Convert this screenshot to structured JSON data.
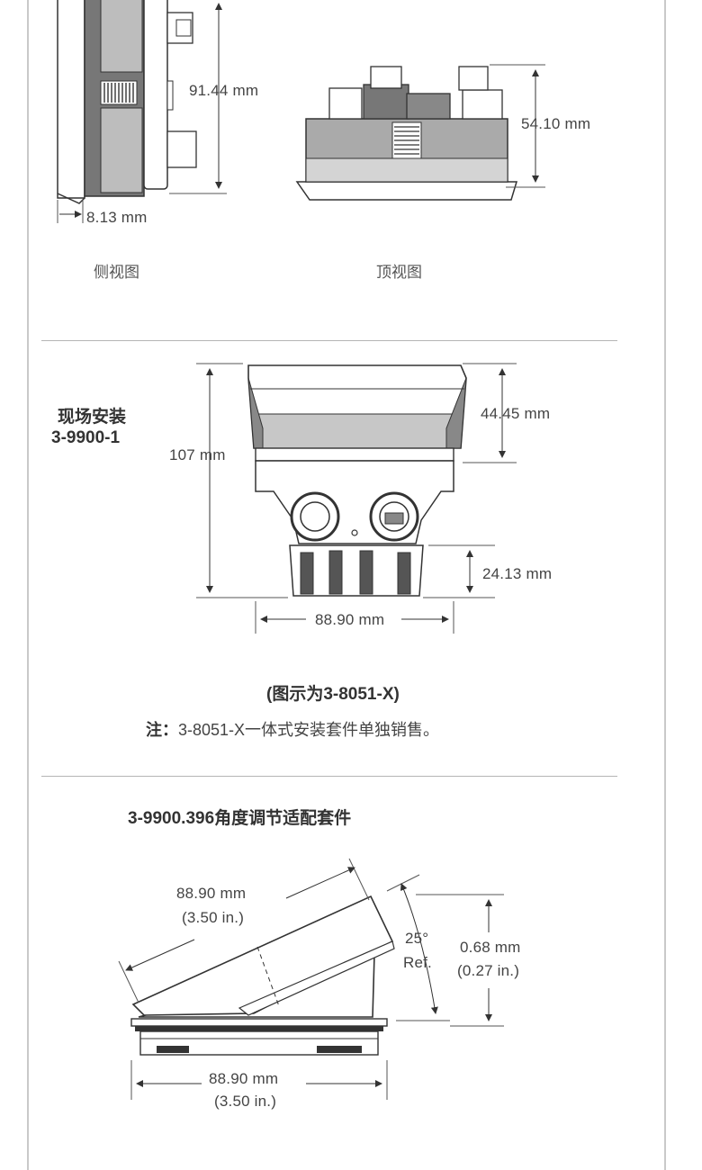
{
  "section1": {
    "dim_height": "91.44 mm",
    "dim_depth": "8.13 mm",
    "dim_top_height": "54.10 mm",
    "side_view_label": "侧视图",
    "top_view_label": "顶视图"
  },
  "section2": {
    "title_line1": "现场安装",
    "title_line2": "3-9900-1",
    "dim_total_height": "107 mm",
    "dim_upper_height": "44.45 mm",
    "dim_lower_height": "24.13 mm",
    "dim_width": "88.90 mm",
    "shown_as": "(图示为3-8051-X)",
    "note_prefix": "注：",
    "note_text": "3-8051-X一体式安装套件单独销售。"
  },
  "section3": {
    "title": "3-9900.396角度调节适配套件",
    "dim_slope_mm": "88.90 mm",
    "dim_slope_in": "(3.50 in.)",
    "angle_value": "25°",
    "angle_ref": "Ref.",
    "dim_height_mm": "0.68 mm",
    "dim_height_in": "(0.27 in.)",
    "dim_base_mm": "88.90 mm",
    "dim_base_in": "(3.50 in.)"
  }
}
